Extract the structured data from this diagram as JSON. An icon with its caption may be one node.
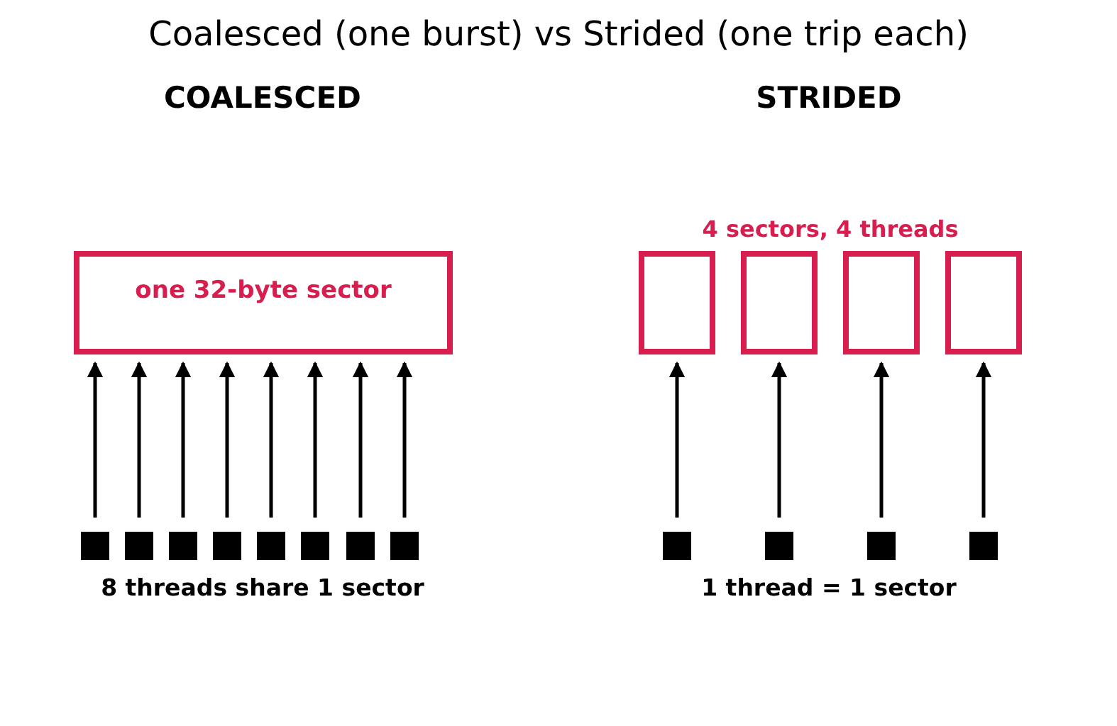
{
  "diagram": {
    "title": "Coalesced (one burst) vs Strided (one trip each)",
    "nodes": [
      {
        "text": [
          "one 32-byte sector"
        ]
      },
      {
        "text": [],
        "shape": "box"
      },
      {
        "text": [],
        "shape": "box"
      },
      {
        "text": [],
        "shape": "box"
      },
      {
        "text": [],
        "shape": "box"
      },
      {
        "text": [],
        "shape": "box"
      },
      {
        "text": [],
        "shape": "box"
      },
      {
        "text": [],
        "shape": "box"
      },
      {
        "text": [],
        "shape": "box"
      },
      {
        "text": [],
        "shape": "box"
      },
      {
        "text": [],
        "shape": "box"
      },
      {
        "text": [],
        "shape": "box"
      },
      {
        "text": [],
        "shape": "box"
      },
      {
        "text": [],
        "shape": "box"
      },
      {
        "text": [],
        "shape": "box"
      },
      {
        "text": [],
        "shape": "box"
      },
      {
        "text": [],
        "shape": "box"
      }
    ],
    "edges": [
      {
        "from": 1,
        "to": 0,
        "arrow": "to"
      },
      {
        "from": 2,
        "to": 0,
        "arrow": "to"
      },
      {
        "from": 3,
        "to": 0,
        "arrow": "to"
      },
      {
        "from": 4,
        "to": 0,
        "arrow": "to"
      },
      {
        "from": 5,
        "to": 0,
        "arrow": "to"
      },
      {
        "from": 6,
        "to": 0,
        "arrow": "to"
      },
      {
        "from": 7,
        "to": 0,
        "arrow": "to"
      },
      {
        "from": 8,
        "to": 0,
        "arrow": "to"
      },
      {
        "from": 13,
        "to": 9,
        "arrow": "to"
      },
      {
        "from": 14,
        "to": 10,
        "arrow": "to"
      },
      {
        "from": 15,
        "to": 11,
        "arrow": "to"
      },
      {
        "from": 16,
        "to": 12,
        "arrow": "to"
      }
    ],
    "labels": [
      "COALESCED",
      "STRIDED",
      "4 sectors, 4 threads",
      "8 threads share 1 sector",
      "1 thread = 1 sector"
    ]
  }
}
